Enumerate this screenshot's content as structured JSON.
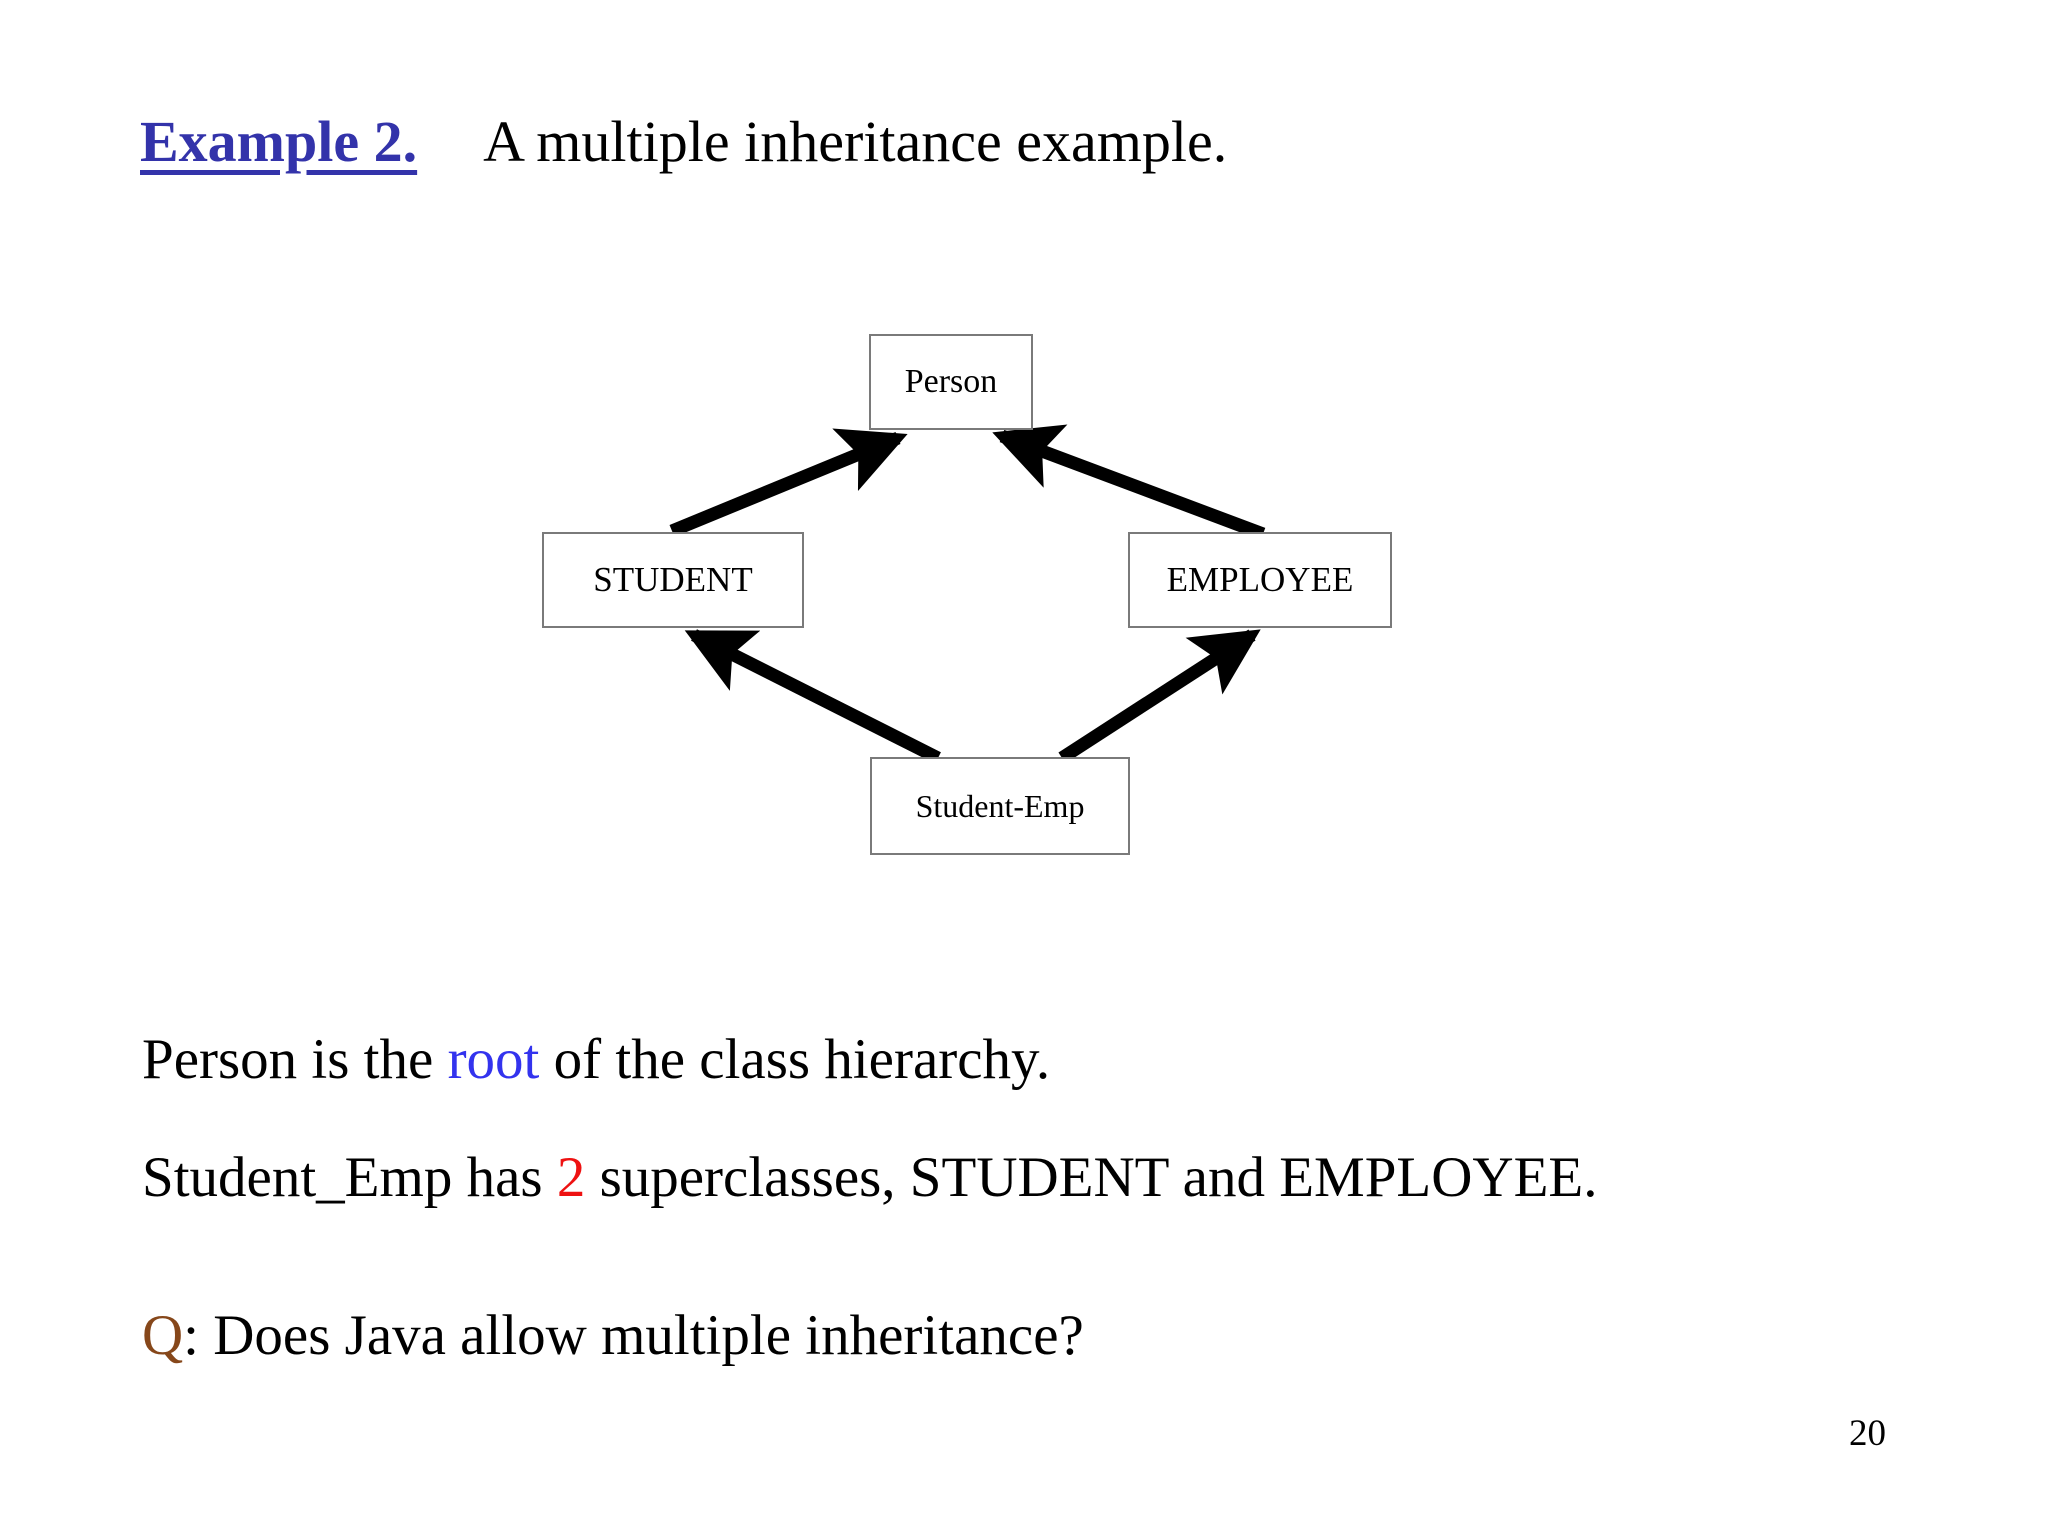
{
  "slide": {
    "title_label": "Example 2.",
    "title_text": "A multiple inheritance example.",
    "page_number": "20"
  },
  "diagram": {
    "type": "class-inheritance-hierarchy",
    "nodes": [
      {
        "id": "person",
        "label": "Person"
      },
      {
        "id": "student",
        "label": "STUDENT"
      },
      {
        "id": "employee",
        "label": "EMPLOYEE"
      },
      {
        "id": "studentemp",
        "label": "Student-Emp"
      }
    ],
    "edges": [
      {
        "from": "student",
        "to": "person",
        "arrow": "to"
      },
      {
        "from": "employee",
        "to": "person",
        "arrow": "to"
      },
      {
        "from": "studentemp",
        "to": "student",
        "arrow": "to"
      },
      {
        "from": "studentemp",
        "to": "employee",
        "arrow": "to"
      }
    ]
  },
  "body": {
    "line1": {
      "part_a": "Person is the ",
      "highlight": "root",
      "part_b": " of the class hierarchy."
    },
    "line2": {
      "part_a": "Student_Emp has ",
      "highlight": "2",
      "part_b": " superclasses, STUDENT and EMPLOYEE."
    },
    "line3": {
      "prefix": "Q",
      "part_a": ": Does Java allow multiple inheritance?"
    }
  },
  "colors": {
    "title_blue": "#3333AA",
    "root_blue": "#3333EE",
    "count_red": "#EE1111",
    "question_brown": "#86471A",
    "box_border": "#7a7a7a",
    "background": "#ffffff"
  }
}
